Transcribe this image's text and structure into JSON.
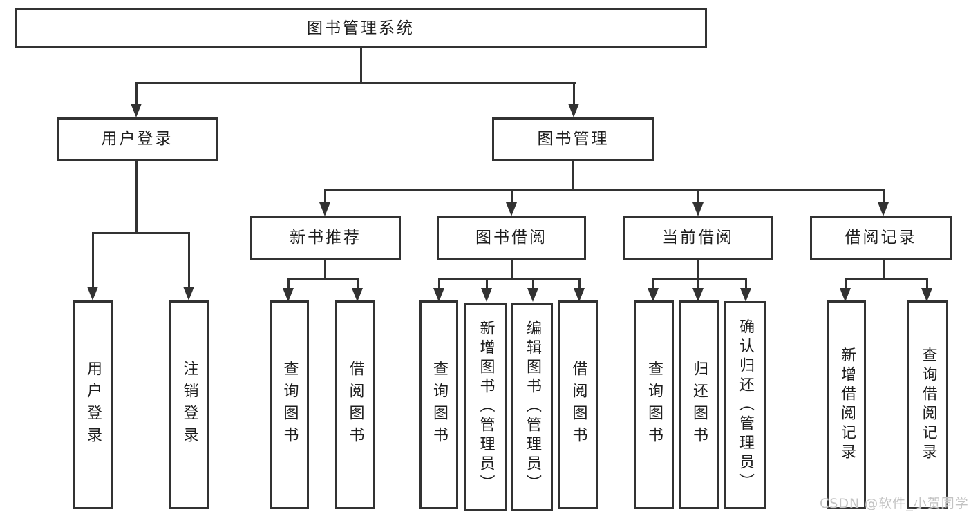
{
  "diagram": {
    "title": "图书管理系统",
    "type": "hierarchy-tree",
    "colors": {
      "line": "#323232",
      "box_border": "#323232",
      "box_fill": "#ffffff",
      "text": "#1e1e1e",
      "watermark": "#c3c3c3",
      "background": "#ffffff"
    }
  },
  "nodes": {
    "root": {
      "label": "图书管理系统"
    },
    "user_login_group": {
      "label": "用户登录"
    },
    "book_management": {
      "label": "图书管理"
    },
    "user_login": {
      "label": "用户登录"
    },
    "logout_login": {
      "label": "注销登录"
    },
    "new_book_recommend": {
      "label": "新书推荐"
    },
    "book_borrow": {
      "label": "图书借阅"
    },
    "current_borrow": {
      "label": "当前借阅"
    },
    "borrow_record": {
      "label": "借阅记录"
    },
    "nb_query_book": {
      "label": "查询图书"
    },
    "nb_borrow_book": {
      "label": "借阅图书"
    },
    "bb_query_book": {
      "label": "查询图书"
    },
    "bb_add_book": {
      "label": "新增图书（管理员）"
    },
    "bb_edit_book": {
      "label": "编辑图书（管理员）"
    },
    "bb_borrow_book": {
      "label": "借阅图书"
    },
    "cb_query_book": {
      "label": "查询图书"
    },
    "cb_return_book": {
      "label": "归还图书"
    },
    "cb_confirm_return": {
      "label": "确认归还（管理员）"
    },
    "br_add_record": {
      "label": "新增借阅记录"
    },
    "br_query_record": {
      "label": "查询借阅记录"
    }
  },
  "watermark": {
    "text": "CSDN @软件_小贺同学"
  }
}
